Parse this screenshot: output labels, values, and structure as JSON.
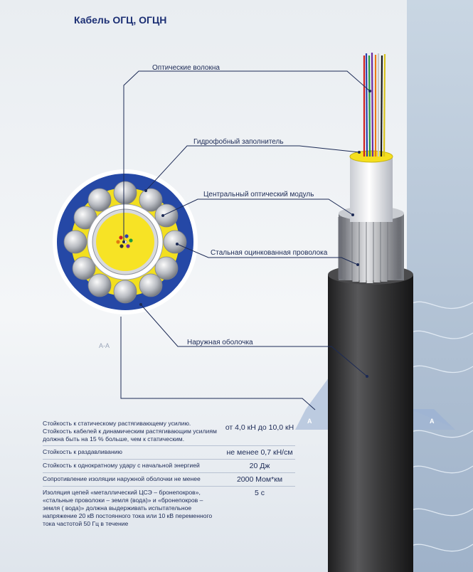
{
  "title": "Кабель ОГЦ, ОГЦН",
  "callouts": {
    "fibers": "Оптические волокна",
    "filler": "Гидрофобный заполнитель",
    "module": "Центральный оптический модуль",
    "wire": "Стальная оцинкованная проволока",
    "sheath": "Наружная оболочка"
  },
  "section_label": "A-A",
  "plane_label_left": "A",
  "plane_label_right": "A",
  "specs": [
    {
      "param": "Стойкость к статическому растягивающему усилию. Стойкость кабелей к динамическим растягивающим усилиям должна быть на 15 % больше, чем к статическим.",
      "value": "от 4,0 кН до 10,0 кН"
    },
    {
      "param": "Стойкость к раздавливанию",
      "value": "не менее 0,7 кН/см"
    },
    {
      "param": "Стойкость к однократному удару с начальной энергией",
      "value": "20 Дж"
    },
    {
      "param": "Сопротивление изоляции наружной оболочки не менее",
      "value": "2000 Мом*км"
    },
    {
      "param": "Изоляция цепей «металлический ЦСЭ – бронепокров», «стальные проволоки – земля (вода)» и «бронепокров – земля ( вода)» должна выдерживать испытательное напряжение 20 кВ постоянного тока или 10 кВ переменного тока частотой 50 Гц в течение",
      "value": "5 с"
    }
  ],
  "colors": {
    "title": "#1c2f74",
    "sheath_blue": "#2548a6",
    "filler_yellow": "#f5e21c",
    "cable_jacket": "#3a3a3a",
    "side_panel": "#b9c8d9"
  }
}
